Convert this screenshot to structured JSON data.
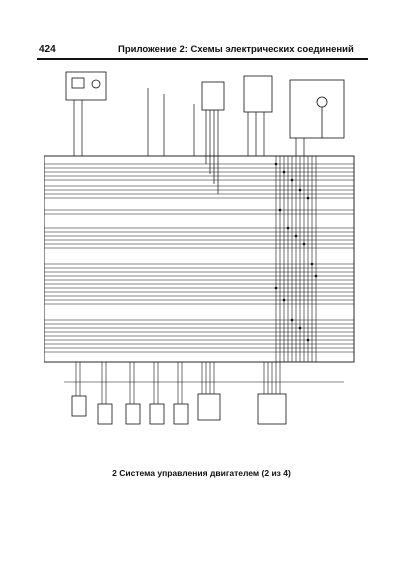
{
  "header": {
    "page_number": "424",
    "title": "Приложение 2: Схемы электрических соединений"
  },
  "caption": "2 Система управления двигателем (2 из 4)"
}
